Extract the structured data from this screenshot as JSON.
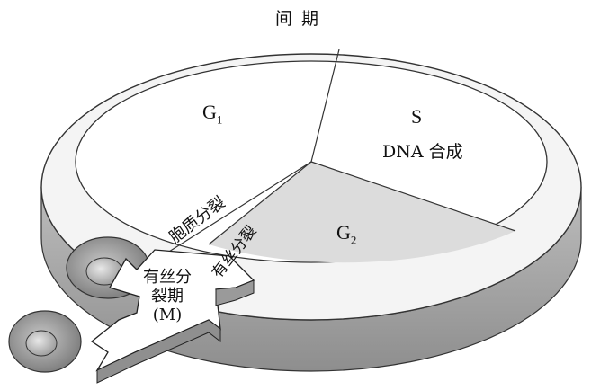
{
  "title": "间 期",
  "phases": {
    "g1": {
      "base": "G",
      "sub": "1"
    },
    "s": {
      "letter": "S",
      "desc": "DNA 合成"
    },
    "g2": {
      "base": "G",
      "sub": "2"
    }
  },
  "cytokinesis": "胞质分裂",
  "mitosis_band": "有丝分裂",
  "m_phase": {
    "line1": "有丝分",
    "line2": "裂期",
    "line3": "(M)"
  }
}
